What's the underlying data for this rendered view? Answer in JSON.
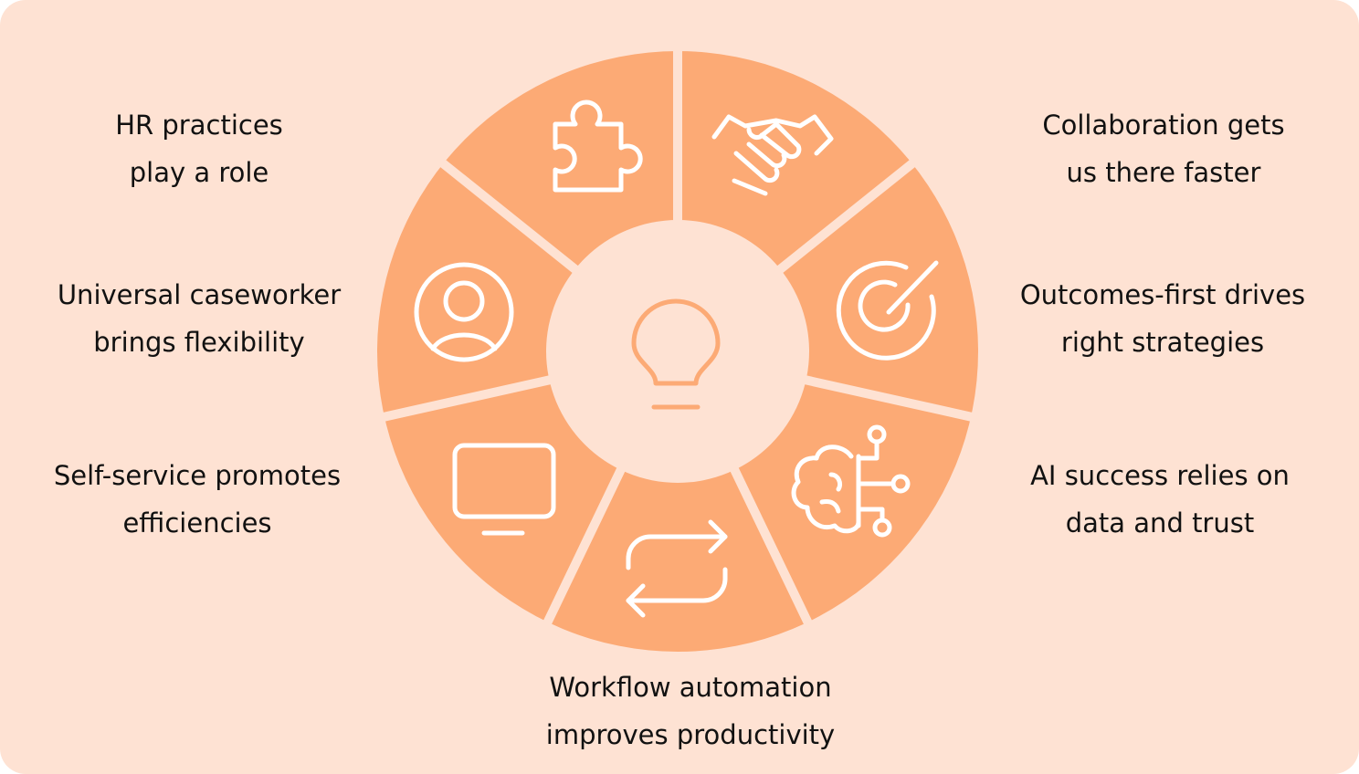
{
  "colors": {
    "background": "#fee2d3",
    "segment": "#fcaa75",
    "gap": "#fee2d3",
    "center": "#fee2d3",
    "icon_stroke": "#ffffff",
    "bulb_stroke": "#fcaa75",
    "text": "#111111"
  },
  "center": {
    "icon": "lightbulb-icon"
  },
  "segments": [
    {
      "id": "hr-practices",
      "icon": "puzzle-piece-icon",
      "line1": "HR practices",
      "line2": "play a role"
    },
    {
      "id": "collaboration",
      "icon": "handshake-icon",
      "line1": "Collaboration gets",
      "line2": "us there faster"
    },
    {
      "id": "outcomes-first",
      "icon": "target-icon",
      "line1": "Outcomes-first drives",
      "line2": "right strategies"
    },
    {
      "id": "ai-success",
      "icon": "ai-brain-circuit-icon",
      "line1": "AI success relies on",
      "line2": "data and trust"
    },
    {
      "id": "workflow-automation",
      "icon": "repeat-arrows-icon",
      "line1": "Workflow automation",
      "line2": "improves productivity"
    },
    {
      "id": "self-service",
      "icon": "monitor-icon",
      "line1": "Self-service promotes",
      "line2": "efficiencies"
    },
    {
      "id": "universal-caseworker",
      "icon": "user-circle-icon",
      "line1": "Universal caseworker",
      "line2": "brings flexibility"
    }
  ]
}
